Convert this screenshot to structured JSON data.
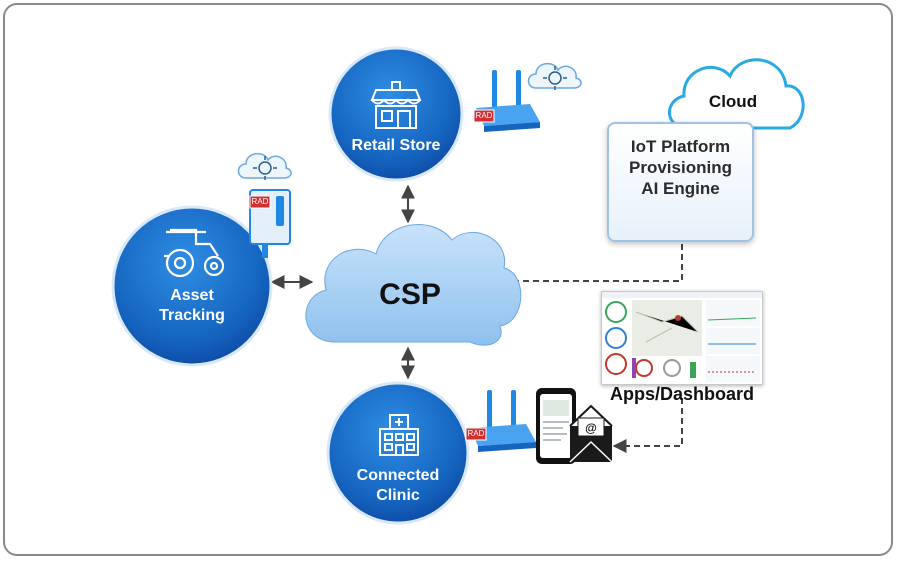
{
  "nodes": {
    "retail_store": "Retail Store",
    "asset_tracking_line1": "Asset",
    "asset_tracking_line2": "Tracking",
    "connected_clinic_line1": "Connected",
    "connected_clinic_line2": "Clinic",
    "csp": "CSP",
    "cloud": "Cloud"
  },
  "platform": {
    "line1": "IoT Platform",
    "line2": "Provisioning",
    "line3": "AI Engine"
  },
  "apps_dashboard": "Apps/Dashboard",
  "device_badge": "RAD",
  "colors": {
    "node_blue": "#1565c0",
    "csp_cloud": "#a9d0f5",
    "frame": "#8a8a8a",
    "badge_red": "#d32f2f"
  }
}
